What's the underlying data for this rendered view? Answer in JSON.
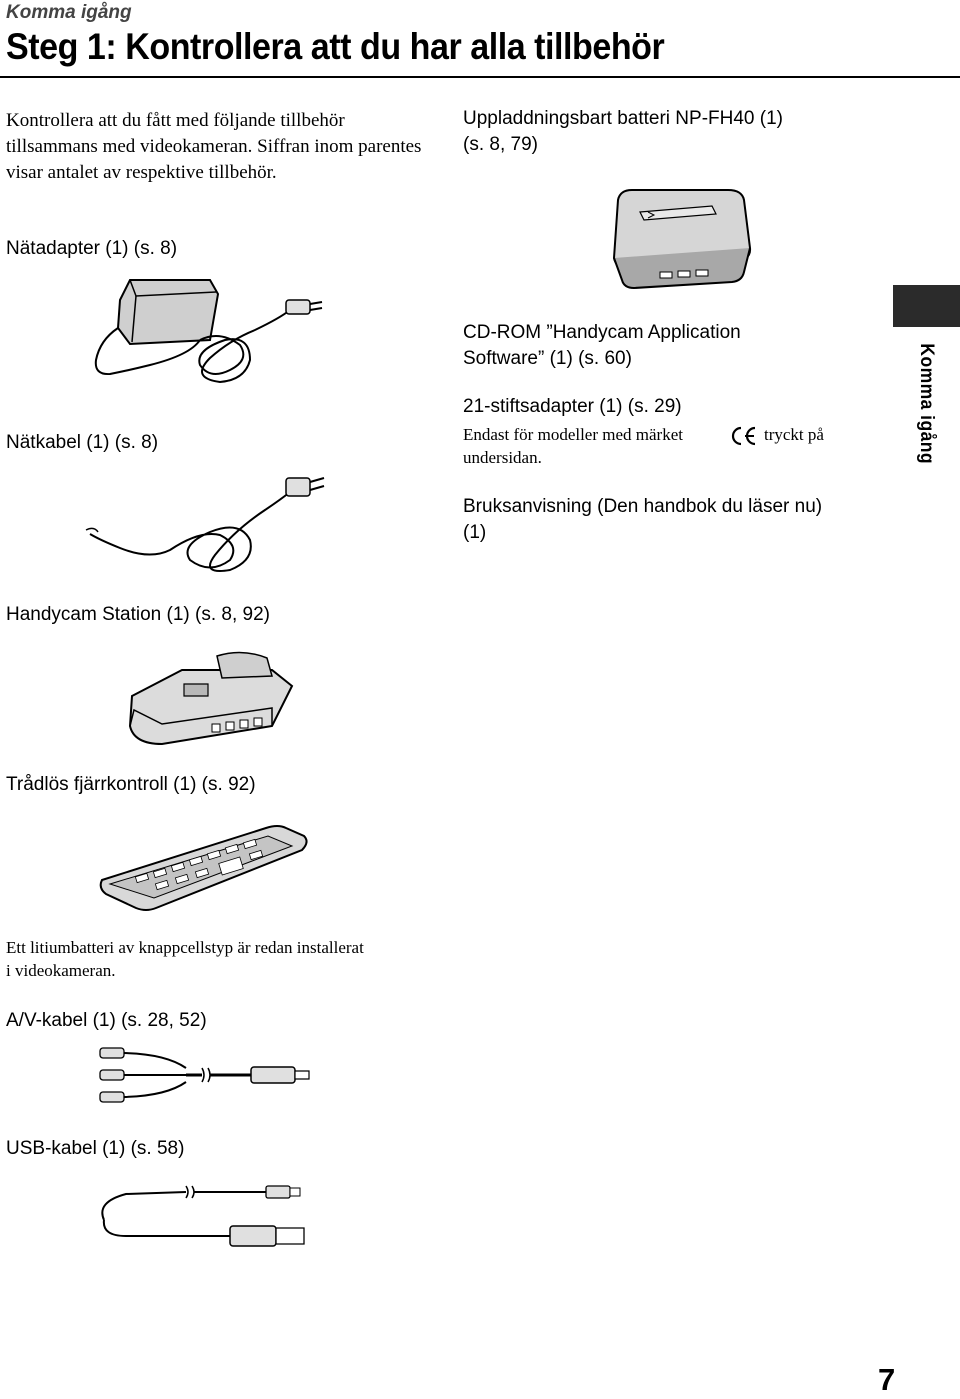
{
  "header": {
    "section": "Komma igång",
    "title": "Steg 1: Kontrollera att du har alla tillbehör"
  },
  "intro": "Kontrollera att du fått med följande tillbehör tillsammans med videokameran. Siffran inom parentes visar antalet av respektive tillbehör.",
  "items": {
    "ac_adapter": "Nätadapter (1) (s. 8)",
    "power_cord": "Nätkabel (1) (s. 8)",
    "handycam_station": "Handycam Station (1) (s. 8, 92)",
    "remote": "Trådlös fjärrkontroll (1) (s. 92)",
    "remote_note": "Ett litiumbatteri av knappcellstyp är redan installerat i videokameran.",
    "av_cable": "A/V-kabel (1) (s. 28, 52)",
    "usb_cable": "USB-kabel (1) (s. 58)",
    "battery_line1": "Uppladdningsbart batteri NP-FH40 (1)",
    "battery_line2": "(s. 8, 79)",
    "cdrom_line1": "CD-ROM ”Handycam Application",
    "cdrom_line2": "Software” (1) (s. 60)",
    "adapter21": "21-stiftsadapter (1) (s. 29)",
    "adapter21_note_a": "Endast för modeller med märket",
    "adapter21_note_b": "tryckt på",
    "adapter21_note_c": "undersidan.",
    "manual_line1": "Bruksanvisning (Den handbok du läser nu)",
    "manual_line2": "(1)"
  },
  "side_tab": {
    "label": "Komma igång"
  },
  "page_number": "7"
}
